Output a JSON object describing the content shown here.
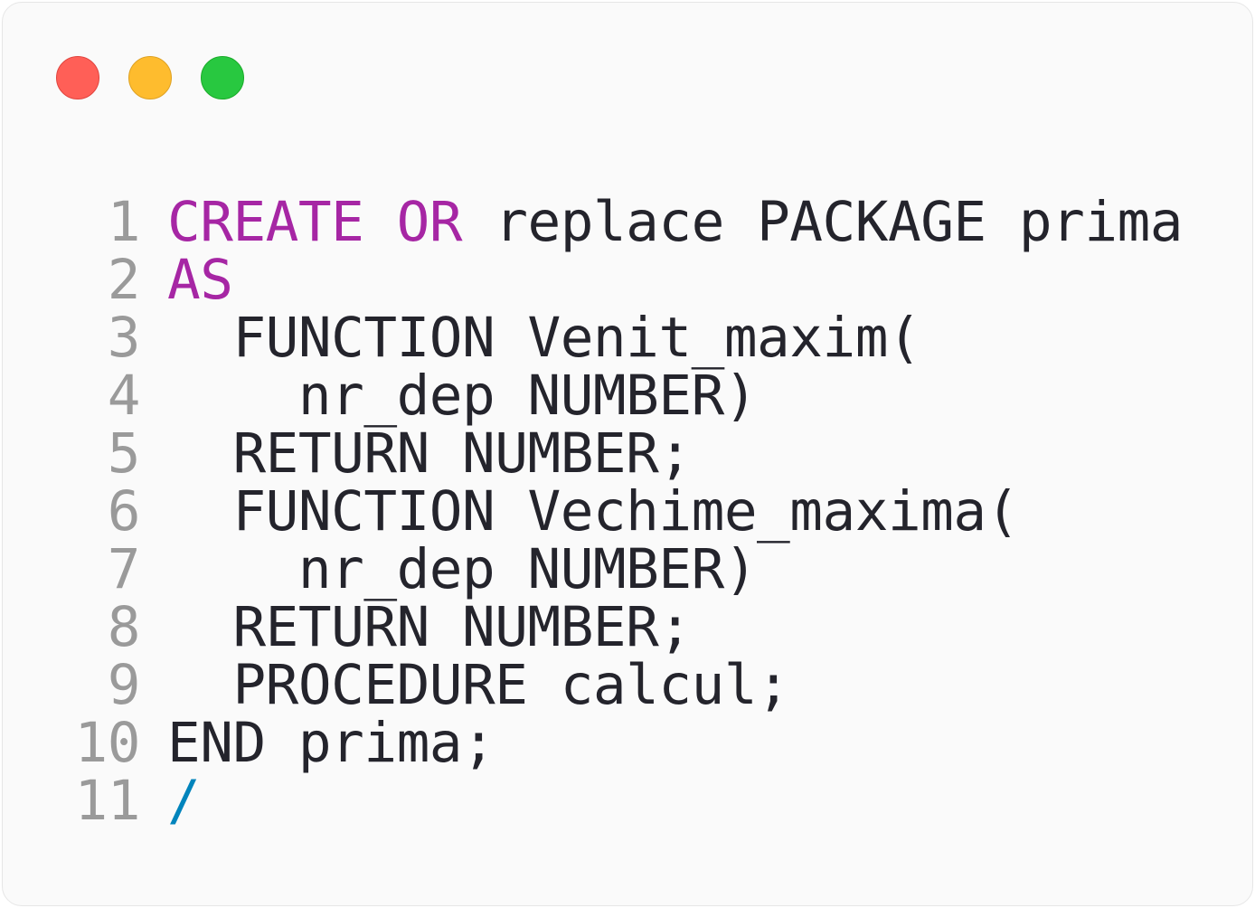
{
  "window": {
    "controls": {
      "close_color": "#ff5f57",
      "minimize_color": "#febc2e",
      "zoom_color": "#28c840"
    }
  },
  "editor": {
    "language": "plsql",
    "colors": {
      "keyword": "#a626a4",
      "operator": "#0184bc",
      "text": "#24242c",
      "line_number": "#9a9a9a",
      "background": "#fafafa"
    },
    "lines": [
      {
        "num": "1",
        "tokens": [
          {
            "t": "CREATE",
            "c": "kw"
          },
          {
            "t": " ",
            "c": ""
          },
          {
            "t": "OR",
            "c": "kw"
          },
          {
            "t": " replace PACKAGE prima",
            "c": ""
          }
        ]
      },
      {
        "num": "2",
        "tokens": [
          {
            "t": "AS",
            "c": "kw"
          }
        ]
      },
      {
        "num": "3",
        "tokens": [
          {
            "t": "  FUNCTION Venit_maxim(",
            "c": ""
          }
        ]
      },
      {
        "num": "4",
        "tokens": [
          {
            "t": "    nr_dep NUMBER)",
            "c": ""
          }
        ]
      },
      {
        "num": "5",
        "tokens": [
          {
            "t": "  RETURN NUMBER;",
            "c": ""
          }
        ]
      },
      {
        "num": "6",
        "tokens": [
          {
            "t": "  FUNCTION Vechime_maxima(",
            "c": ""
          }
        ]
      },
      {
        "num": "7",
        "tokens": [
          {
            "t": "    nr_dep NUMBER)",
            "c": ""
          }
        ]
      },
      {
        "num": "8",
        "tokens": [
          {
            "t": "  RETURN NUMBER;",
            "c": ""
          }
        ]
      },
      {
        "num": "9",
        "tokens": [
          {
            "t": "  PROCEDURE calcul;",
            "c": ""
          }
        ]
      },
      {
        "num": "10",
        "tokens": [
          {
            "t": "END prima;",
            "c": ""
          }
        ]
      },
      {
        "num": "11",
        "tokens": [
          {
            "t": "/",
            "c": "op"
          }
        ]
      }
    ]
  }
}
